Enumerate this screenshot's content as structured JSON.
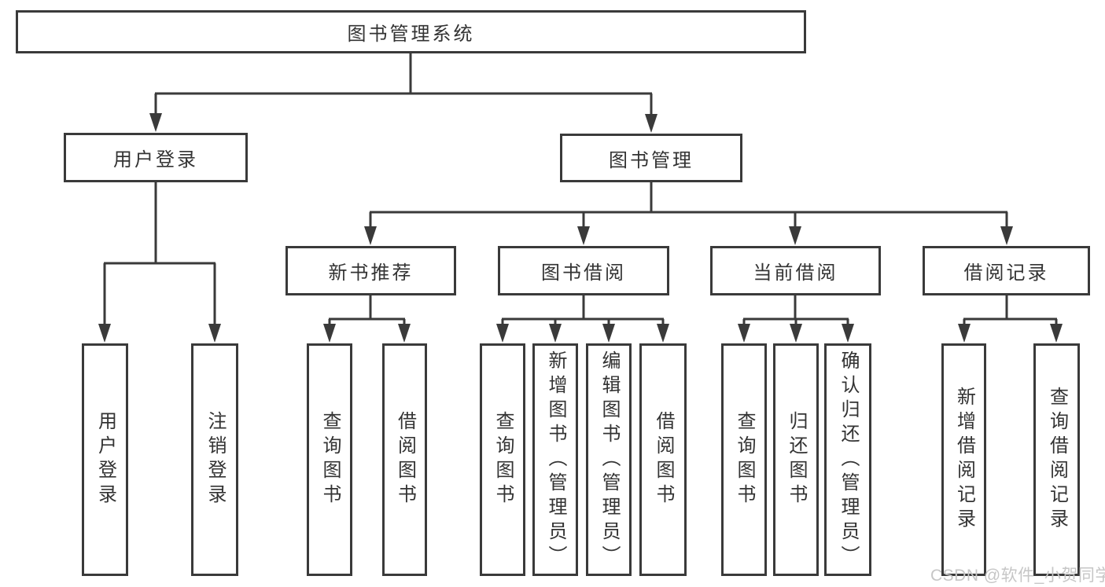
{
  "tree": {
    "label": "图书管理系统",
    "children": [
      {
        "label": "用户登录",
        "children": [
          {
            "label": "用户登录"
          },
          {
            "label": "注销登录"
          }
        ]
      },
      {
        "label": "图书管理",
        "children": [
          {
            "label": "新书推荐",
            "children": [
              {
                "label": "查询图书"
              },
              {
                "label": "借阅图书"
              }
            ]
          },
          {
            "label": "图书借阅",
            "children": [
              {
                "label": "查询图书"
              },
              {
                "label": "新增图书（管理员）"
              },
              {
                "label": "编辑图书（管理员）"
              },
              {
                "label": "借阅图书"
              }
            ]
          },
          {
            "label": "当前借阅",
            "children": [
              {
                "label": "查询图书"
              },
              {
                "label": "归还图书"
              },
              {
                "label": "确认归还（管理员）"
              }
            ]
          },
          {
            "label": "借阅记录",
            "children": [
              {
                "label": "新增借阅记录"
              },
              {
                "label": "查询借阅记录"
              }
            ]
          }
        ]
      }
    ]
  },
  "watermark": {
    "text": "CSDN @软件_小贺同学"
  },
  "colors": {
    "line": "#3a3a3a",
    "text": "#333333",
    "watermark": "#c6c6c6",
    "bg": "#ffffff"
  }
}
